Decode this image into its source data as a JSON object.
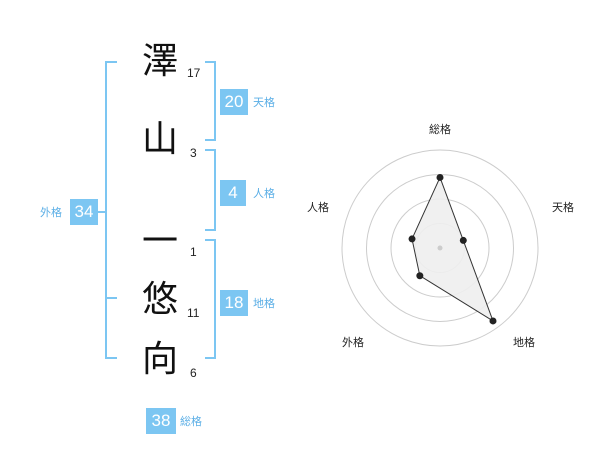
{
  "name_chars": [
    {
      "char": "澤",
      "strokes": "17"
    },
    {
      "char": "山",
      "strokes": "3"
    },
    {
      "char": "一",
      "strokes": "1"
    },
    {
      "char": "悠",
      "strokes": "11"
    },
    {
      "char": "向",
      "strokes": "6"
    }
  ],
  "fortunes": {
    "tenkaku": {
      "value": "20",
      "label": "天格"
    },
    "jinkaku": {
      "value": "4",
      "label": "人格"
    },
    "chikaku": {
      "value": "18",
      "label": "地格"
    },
    "gaikaku": {
      "value": "34",
      "label": "外格"
    },
    "soukaku": {
      "value": "38",
      "label": "総格"
    }
  },
  "radar": {
    "axis_labels": {
      "top": "総格",
      "upper_right": "天格",
      "lower_right": "地格",
      "lower_left": "外格",
      "upper_left": "人格"
    },
    "levels": [
      0.72,
      0.25,
      0.92,
      0.35,
      0.3
    ]
  },
  "colors": {
    "accent": "#7cc6f2",
    "accent_text": "#5aaee6",
    "grid": "#cccccc",
    "polygon_fill": "#eeeeee",
    "polygon_stroke": "#333333"
  }
}
